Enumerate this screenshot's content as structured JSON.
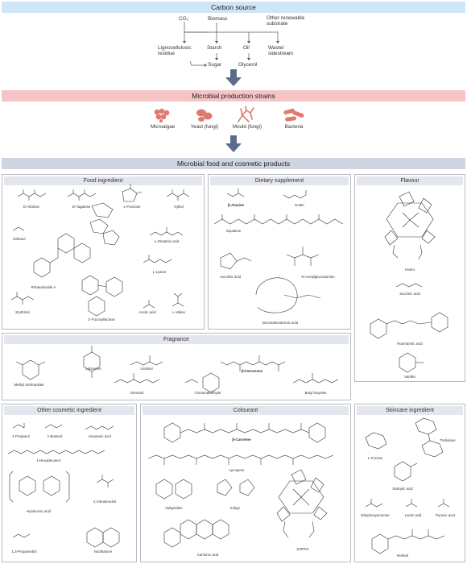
{
  "bands": {
    "carbon_source": "Carbon source",
    "microbial_strains": "Microbial production strains",
    "microbial_products": "Microbial food and cosmetic products"
  },
  "carbon": {
    "co2": "CO₂",
    "biomass": "Biomass",
    "other": "Other renewable substrate",
    "lignocellulosic": "Lignocellulosic residue",
    "starch": "Starch",
    "oil": "Oil",
    "waste": "Waste/ sidestream",
    "sugar": "Sugar",
    "glycerol": "Glycerol"
  },
  "strains": [
    "Microalgae",
    "Yeast (fungi)",
    "Mould (fungi)",
    "Bacteria"
  ],
  "colors": {
    "carbon_band": "#cfe6f6",
    "strain_band": "#f5c4c4",
    "product_band": "#cfd6e2",
    "arrow": "#5b6c8a",
    "microbe": "#e07a6e"
  },
  "panels": {
    "food": {
      "title": "Food ingredient",
      "compounds": [
        "D-Allulose",
        "D-Tagatose",
        "L-Fructose",
        "Xylitol",
        "Ethanol",
        "Rebaudioside A",
        "L-Glutamic acid",
        "L-Lysine",
        "Erythritol",
        "2'-Fucosyllactose",
        "Acetic acid",
        "L-Valine"
      ]
    },
    "dietary": {
      "title": "Dietary supplement",
      "compounds": [
        "β-Alanine",
        "GABA",
        "Squalene",
        "Ascorbic acid",
        "N-Acetylglucosamine",
        "Docosahexaenoic acid"
      ]
    },
    "flavour": {
      "title": "Flavour",
      "compounds": [
        "Haem",
        "Succinic acid",
        "Rosmarinic acid",
        "Vanillin"
      ]
    },
    "fragrance": {
      "title": "Fragrance",
      "compounds": [
        "Methyl anthranilate",
        "Limonene",
        "Linalool",
        "β-Farnesene",
        "Geraniol",
        "Cinnamaldehyde",
        "Butyl butyrate"
      ]
    },
    "cosmetic": {
      "title": "Other cosmetic ingredient",
      "compounds": [
        "1-Propanol",
        "1-Butanol",
        "Hexanoic acid",
        "1-Hexadecanol",
        "Hyaluronic acid",
        "2,3-Butanediol",
        "1,3-Propanediol",
        "Nootkatone"
      ]
    },
    "colourant": {
      "title": "Colourant",
      "compounds": [
        "β-Carotene",
        "Lycopene",
        "Indigoidine",
        "Indigo",
        "ZnPPIX",
        "Carminic acid"
      ]
    },
    "skincare": {
      "title": "Skincare ingredient",
      "compounds": [
        "L-Fucose",
        "Trehalose",
        "Salicylic acid",
        "Dihydroxyacetone",
        "Lactic acid",
        "Pyruvic acid",
        "Retinal"
      ]
    }
  }
}
